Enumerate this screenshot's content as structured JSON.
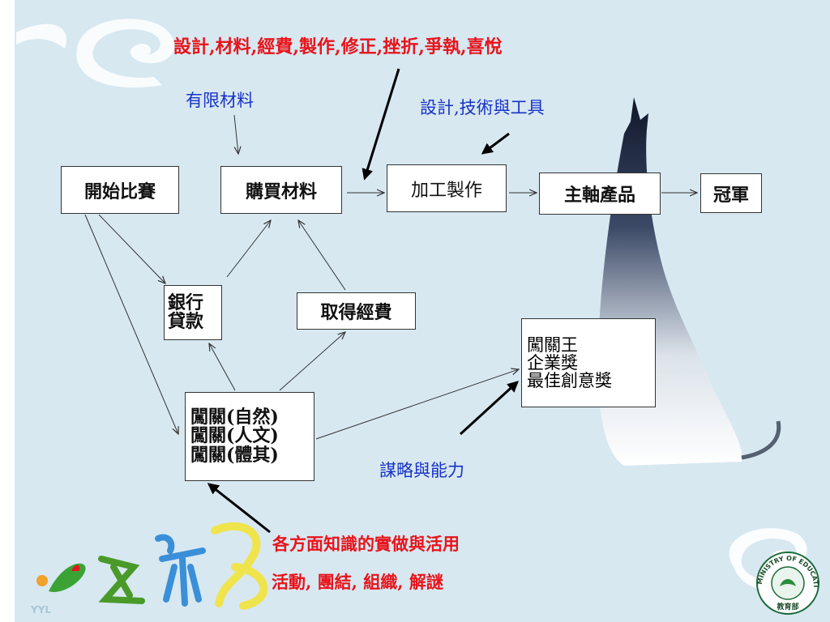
{
  "nodes": {
    "start": "開始比賽",
    "buy": "購買材料",
    "process": "加工製作",
    "product": "主軸產品",
    "champion": "冠軍",
    "bank": [
      "銀行",
      "貸款"
    ],
    "funds": "取得經費",
    "stages": [
      "闖關(自然)",
      "闖關(人文)",
      "闖關(體其)"
    ],
    "awards": [
      "闖關王",
      "企業獎",
      "最佳創意獎"
    ]
  },
  "annotations": {
    "factors": "設計,材料,經費,製作,修正,挫折,爭執,喜悅",
    "limited": "有限材料",
    "design_tools": "設計,技術與工具",
    "strategy": "謀略與能力",
    "knowledge": "各方面知識的實做與活用",
    "teamwork": "活動, 團結, 組織, 解謎"
  },
  "footer": {
    "signature": "YYL"
  },
  "seal": {
    "ring_text": "MINISTRY OF EDUCATION",
    "center_text": "教育部"
  },
  "colors": {
    "red": "#e8141b",
    "blue": "#1832c8",
    "background": "#d7e8f1"
  }
}
